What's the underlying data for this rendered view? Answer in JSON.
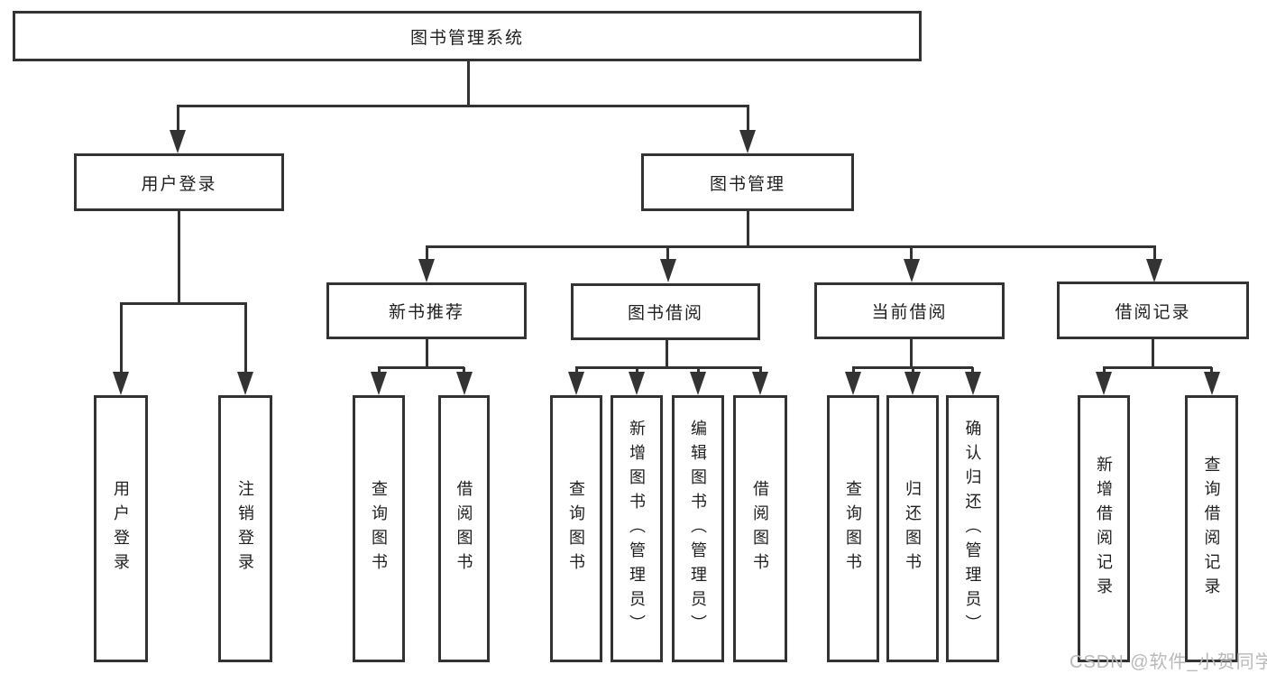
{
  "diagram": {
    "nodes": {
      "root": "图书管理系统",
      "user_login": "用户登录",
      "book_mgmt": "图书管理",
      "new_books": "新书推荐",
      "book_borrow": "图书借阅",
      "current_borrow": "当前借阅",
      "borrow_records": "借阅记录"
    },
    "leaves": {
      "user_login": [
        "用户登录",
        "注销登录"
      ],
      "new_books": [
        "查询图书",
        "借阅图书"
      ],
      "book_borrow": [
        "查询图书",
        "新增图书（管理员）",
        "编辑图书（管理员）",
        "借阅图书"
      ],
      "current_borrow": [
        "查询图书",
        "归还图书",
        "确认归还（管理员）"
      ],
      "borrow_records": [
        "新增借阅记录",
        "查询借阅记录"
      ]
    },
    "watermark": "CSDN @软件_小贺同学",
    "colors": {
      "line": "#333333",
      "text": "#1f1f1f",
      "watermark": "#b9b9b9",
      "background": "#ffffff"
    }
  }
}
